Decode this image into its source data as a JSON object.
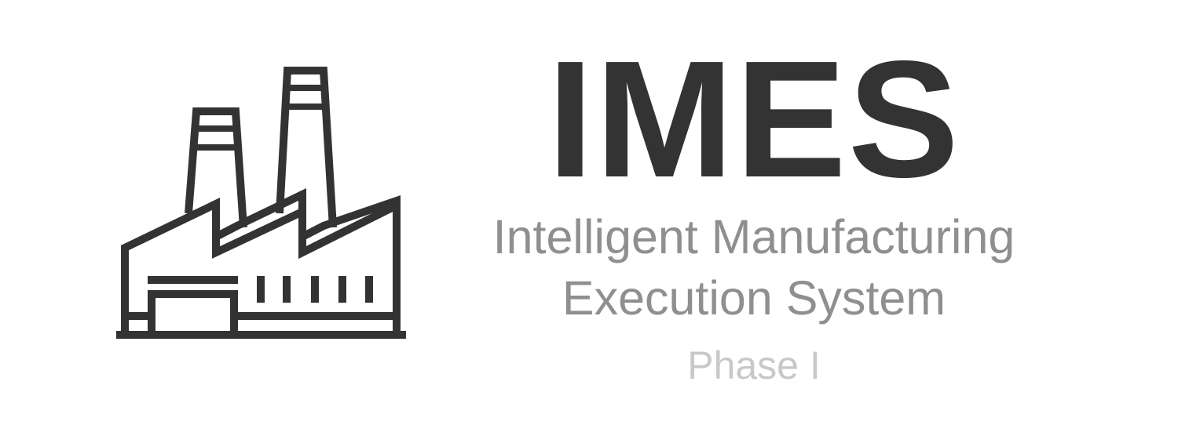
{
  "logo": {
    "icon": "factory-icon",
    "color": "#333333"
  },
  "title": "IMES",
  "subtitle": {
    "line1": "Intelligent Manufacturing",
    "line2": "Execution System"
  },
  "phase": "Phase I",
  "colors": {
    "title": "#333333",
    "subtitle": "#8f8f8f",
    "phase": "#c8c8c8",
    "background": "#ffffff"
  }
}
